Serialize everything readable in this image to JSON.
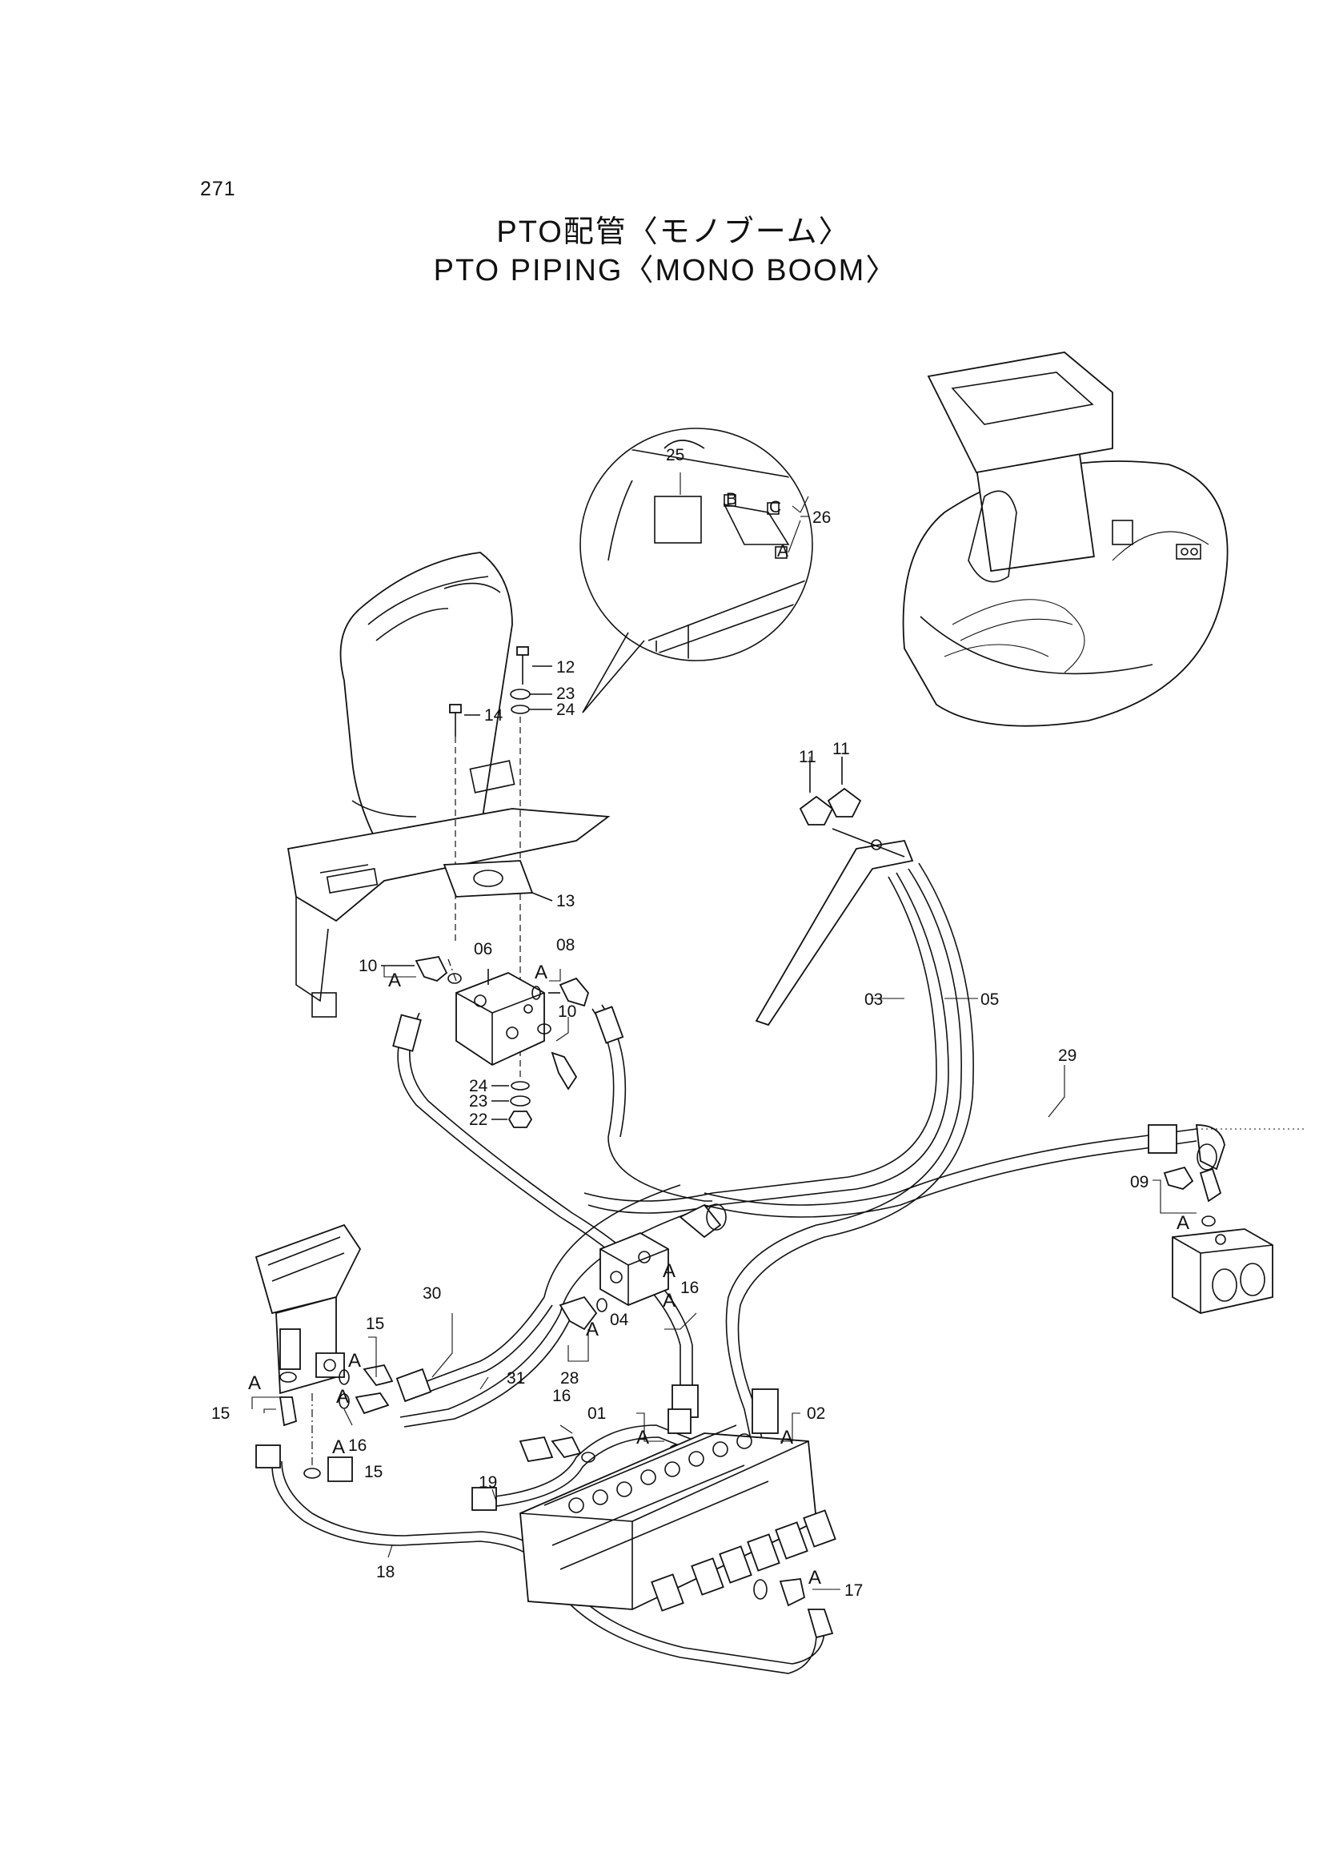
{
  "page": {
    "number": "271"
  },
  "title": {
    "japanese": "PTO配管〈モノブーム〉",
    "english": "PTO PIPING〈MONO BOOM〉"
  },
  "callouts": [
    {
      "id": "c12",
      "text": "12"
    },
    {
      "id": "c23a",
      "text": "23"
    },
    {
      "id": "c24a",
      "text": "24"
    },
    {
      "id": "c14",
      "text": "14"
    },
    {
      "id": "c25",
      "text": "25"
    },
    {
      "id": "c26",
      "text": "26"
    },
    {
      "id": "c11a",
      "text": "11"
    },
    {
      "id": "c11b",
      "text": "11"
    },
    {
      "id": "c13",
      "text": "13"
    },
    {
      "id": "c06",
      "text": "06"
    },
    {
      "id": "c08",
      "text": "08"
    },
    {
      "id": "c10a",
      "text": "10"
    },
    {
      "id": "c10b",
      "text": "10"
    },
    {
      "id": "c03",
      "text": "03"
    },
    {
      "id": "c05",
      "text": "05"
    },
    {
      "id": "c29",
      "text": "29"
    },
    {
      "id": "c24b",
      "text": "24"
    },
    {
      "id": "c23b",
      "text": "23"
    },
    {
      "id": "c22",
      "text": "22"
    },
    {
      "id": "c09",
      "text": "09"
    },
    {
      "id": "c16a",
      "text": "16"
    },
    {
      "id": "c04",
      "text": "04"
    },
    {
      "id": "c30",
      "text": "30"
    },
    {
      "id": "c15a",
      "text": "15"
    },
    {
      "id": "c28",
      "text": "28"
    },
    {
      "id": "c31",
      "text": "31"
    },
    {
      "id": "c16b",
      "text": "16"
    },
    {
      "id": "c15b",
      "text": "15"
    },
    {
      "id": "c01",
      "text": "01"
    },
    {
      "id": "c02",
      "text": "02"
    },
    {
      "id": "c16c",
      "text": "16"
    },
    {
      "id": "c15c",
      "text": "15"
    },
    {
      "id": "c19",
      "text": "19"
    },
    {
      "id": "c18",
      "text": "18"
    },
    {
      "id": "c17",
      "text": "17"
    }
  ],
  "fitting_marks": [
    {
      "id": "a1",
      "text": "A"
    },
    {
      "id": "a2",
      "text": "A"
    },
    {
      "id": "a3",
      "text": "A"
    },
    {
      "id": "a4",
      "text": "A"
    },
    {
      "id": "a5",
      "text": "A"
    },
    {
      "id": "a6",
      "text": "A"
    },
    {
      "id": "a7",
      "text": "A"
    },
    {
      "id": "a8",
      "text": "A"
    },
    {
      "id": "a9",
      "text": "A"
    },
    {
      "id": "a10",
      "text": "A"
    },
    {
      "id": "a11",
      "text": "A"
    },
    {
      "id": "a12",
      "text": "A"
    },
    {
      "id": "a13",
      "text": "A"
    }
  ],
  "detail_labels": [
    {
      "id": "d1",
      "text": "B"
    },
    {
      "id": "d2",
      "text": "C"
    },
    {
      "id": "d3",
      "text": "A"
    }
  ]
}
